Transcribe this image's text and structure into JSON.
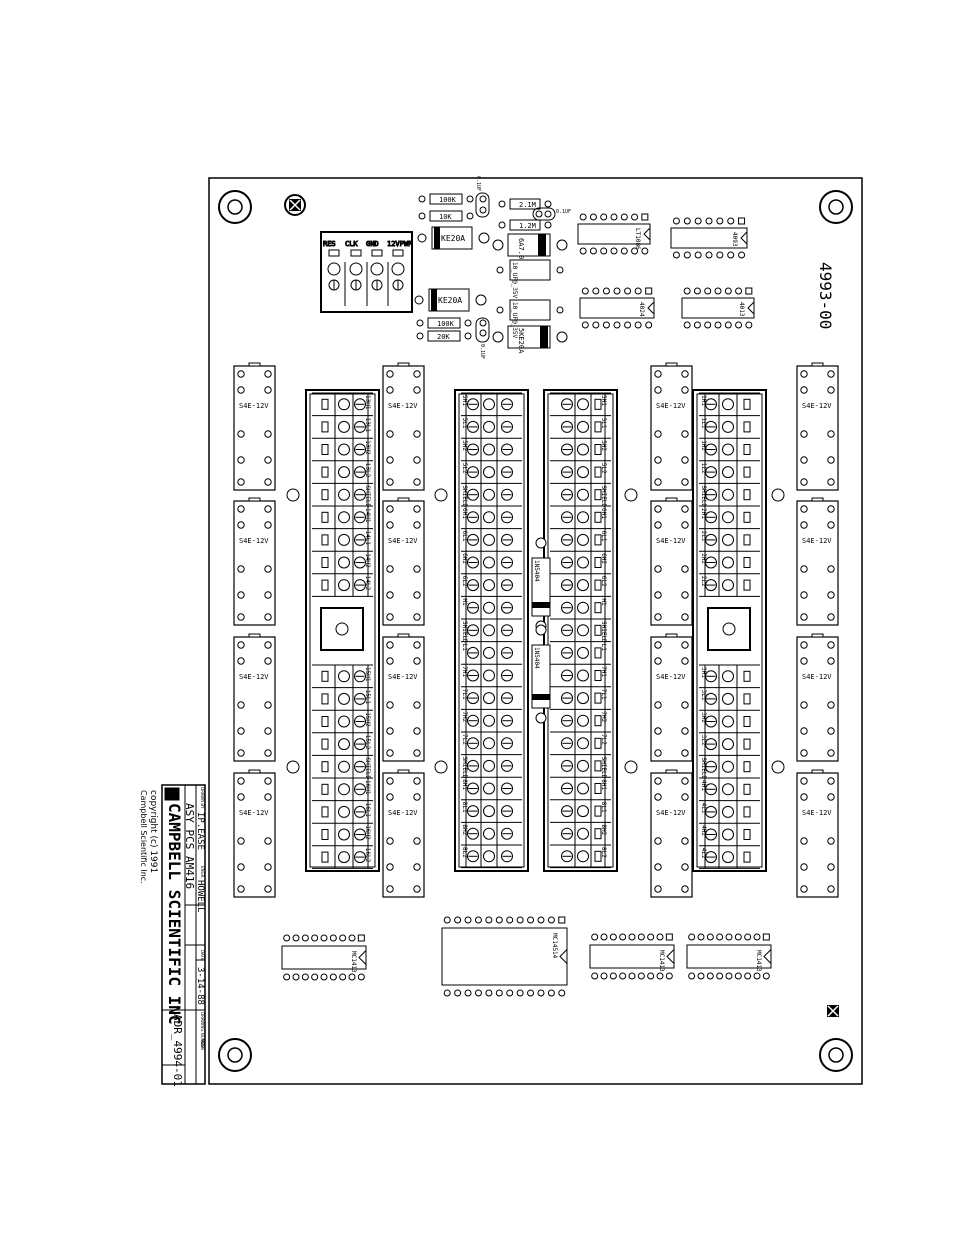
{
  "board": {
    "part_number": "4993-00",
    "relay_label": "S4E-12V",
    "diode_label": "1N5404",
    "top_terminal_labels": [
      "RES",
      "CLK",
      "GND",
      "12VPWR"
    ],
    "top_components": {
      "r_100k_a": "100K",
      "r_10k": "10K",
      "r_100k_b": "100K",
      "r_20k": "20K",
      "tvs_1": "KE20A",
      "tvs_2": "KE20A",
      "tvs_3": "5KE20A",
      "cap_1": "10_UF@_35V",
      "cap_2": "10_UF@_35V",
      "zener": "6A7.0A",
      "ic_top_1": "LT1086",
      "ic_top_2": "4093",
      "ic_top_3": "4024",
      "ic_top_4": "4013",
      "r_2_1a": "2.1M",
      "r_1_2": "1.2M",
      "small_cap_1": "0.1UF",
      "small_cap_2": "0.1UF",
      "small_cap_3": "0.1UF"
    },
    "bottom_ics": [
      "MC1413",
      "MC14514",
      "MC1413",
      "MC1413"
    ],
    "block_a_labels": [
      "13H1",
      "13L1",
      "13H2",
      "13L2",
      "SHIELD",
      "14H1",
      "14L1",
      "14H2",
      "14L2",
      "15H1",
      "15L1",
      "15H2",
      "15L2",
      "SHIELD",
      "16H1",
      "16L1",
      "16H2",
      "16L2"
    ],
    "block_b_labels": [
      "5H1",
      "5L1",
      "5H2",
      "5L2",
      "SHIELD",
      "6H1",
      "6L1",
      "6H2",
      "6L2",
      "H1",
      "SHIELD",
      "L1",
      "7H1",
      "7L1",
      "7H2",
      "7L2",
      "SHIELD",
      "8H1",
      "8L1",
      "8H2",
      "8L2"
    ],
    "block_c_labels": [
      "5H1",
      "5L1",
      "5H2",
      "5L2",
      "SHIELD",
      "6H1",
      "6L1",
      "6H2",
      "6L2",
      "H1",
      "SHIELD",
      "L1",
      "7H1",
      "7L1",
      "7H2",
      "7L2",
      "SHIELD",
      "8H1",
      "8L1",
      "8H2",
      "8L2"
    ],
    "block_d_labels": [
      "1H1",
      "1L1",
      "1H2",
      "1L2",
      "SHIELD",
      "2H1",
      "2L1",
      "2H2",
      "2L2",
      "3H1",
      "3L1",
      "3H2",
      "3L2",
      "SHIELD",
      "4H1",
      "4L1",
      "4H2",
      "4L2"
    ]
  },
  "title_block": {
    "company": "CAMPBELL SCIENTIFIC INC",
    "copyright_line1": "copyright (c) 1991",
    "copyright_line2": "Campbell Scientific Inc.",
    "drawn_by": "IP.EASE",
    "drawn_by_caption": "DRAWN BY",
    "designer": "HOWELL",
    "designer_caption": "ENGR.",
    "date": "3-14-88",
    "date_caption": "DATE",
    "title": "ASY PCS AM416",
    "drawing_number": "ADR_4994-01",
    "drawing_number_caption": "DRAWING NUMBER",
    "rev_caption": "REV."
  }
}
